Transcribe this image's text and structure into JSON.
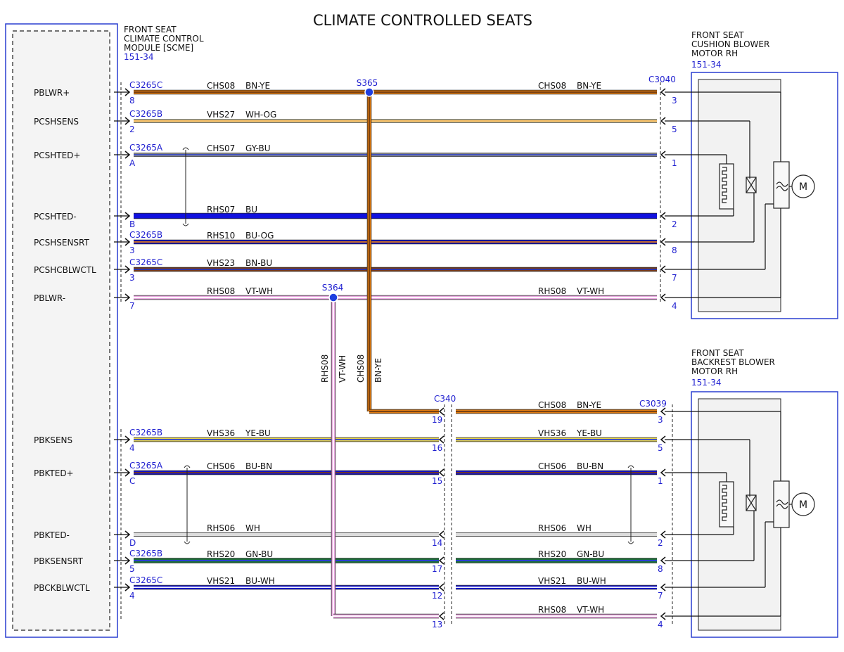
{
  "title": "CLIMATE CONTROLLED SEATS",
  "modules": {
    "scme": {
      "lines": [
        "FRONT SEAT",
        "CLIMATE CONTROL",
        "MODULE [SCME]"
      ],
      "ref": "151-34"
    },
    "cushion": {
      "lines": [
        "FRONT SEAT",
        "CUSHION BLOWER",
        "MOTOR RH"
      ],
      "ref": "151-34"
    },
    "backrest": {
      "lines": [
        "FRONT SEAT",
        "BACKREST BLOWER",
        "MOTOR RH"
      ],
      "ref": "151-34"
    }
  },
  "motor_symbol": "M",
  "wire_colors": {
    "BN-YE": [
      "#e07b10",
      "#6b3a12"
    ],
    "WH-OG": [
      "#f3e6b0",
      "#e8a040"
    ],
    "GY-BU": [
      "#8a8a8a",
      "#2a3fd0"
    ],
    "BU": [
      "#1111dd",
      "#1111dd"
    ],
    "BU-OG": [
      "#1111cc",
      "#e07b10"
    ],
    "BN-BU": [
      "#7a3a1a",
      "#2233bb"
    ],
    "VT-WH": [
      "#e9a6e0",
      "#ffffff"
    ],
    "YE-BU": [
      "#e5d34a",
      "#2a3fd0"
    ],
    "BU-BN": [
      "#1111cc",
      "#7a3a1a"
    ],
    "WH": [
      "#dcdcdc",
      "#dcdcdc"
    ],
    "GN-BU": [
      "#1e6e3a",
      "#2a3fd0"
    ],
    "BU-WH": [
      "#1111cc",
      "#ffffff"
    ]
  },
  "cushion_circuits": [
    {
      "signal": "PBLWR+",
      "connector": "C3265C",
      "pin": "8",
      "circuit": "CHS08",
      "color": "BN-YE",
      "right_circuit": "CHS08",
      "right_color": "BN-YE",
      "end_pin": "3"
    },
    {
      "signal": "PCSHSENS",
      "connector": "C3265B",
      "pin": "2",
      "circuit": "VHS27",
      "color": "WH-OG",
      "end_pin": "5"
    },
    {
      "signal": "PCSHTED+",
      "connector": "C3265A",
      "pin": "A",
      "circuit": "CHS07",
      "color": "GY-BU",
      "end_pin": "1"
    },
    {
      "signal": "PCSHTED-",
      "connector": "",
      "pin": "B",
      "circuit": "RHS07",
      "color": "BU",
      "end_pin": "2"
    },
    {
      "signal": "PCSHSENSRT",
      "connector": "C3265B",
      "pin": "3",
      "circuit": "RHS10",
      "color": "BU-OG",
      "end_pin": "8"
    },
    {
      "signal": "PCSHCBLWCTL",
      "connector": "C3265C",
      "pin": "3",
      "circuit": "VHS23",
      "color": "BN-BU",
      "end_pin": "7"
    },
    {
      "signal": "PBLWR-",
      "connector": "",
      "pin": "7",
      "circuit": "RHS08",
      "color": "VT-WH",
      "right_circuit": "RHS08",
      "right_color": "VT-WH",
      "end_pin": "4"
    }
  ],
  "backrest_circuits": [
    {
      "signal": "",
      "connector": "",
      "pin": "",
      "circuit": "",
      "color": "BN-YE",
      "mid_pin": "19",
      "right_circuit": "CHS08",
      "right_color": "BN-YE",
      "end_pin": "3"
    },
    {
      "signal": "PBKSENS",
      "connector": "C3265B",
      "pin": "4",
      "circuit": "VHS36",
      "color": "YE-BU",
      "mid_pin": "16",
      "right_circuit": "VHS36",
      "right_color": "YE-BU",
      "end_pin": "5"
    },
    {
      "signal": "PBKTED+",
      "connector": "C3265A",
      "pin": "C",
      "circuit": "CHS06",
      "color": "BU-BN",
      "mid_pin": "15",
      "right_circuit": "CHS06",
      "right_color": "BU-BN",
      "end_pin": "1"
    },
    {
      "signal": "PBKTED-",
      "connector": "",
      "pin": "D",
      "circuit": "RHS06",
      "color": "WH",
      "mid_pin": "14",
      "right_circuit": "RHS06",
      "right_color": "WH",
      "end_pin": "2"
    },
    {
      "signal": "PBKSENSRT",
      "connector": "C3265B",
      "pin": "5",
      "circuit": "RHS20",
      "color": "GN-BU",
      "mid_pin": "17",
      "right_circuit": "RHS20",
      "right_color": "GN-BU",
      "end_pin": "8"
    },
    {
      "signal": "PBCKBLWCTL",
      "connector": "C3265C",
      "pin": "4",
      "circuit": "VHS21",
      "color": "BU-WH",
      "mid_pin": "12",
      "right_circuit": "VHS21",
      "right_color": "BU-WH",
      "end_pin": "7"
    },
    {
      "signal": "",
      "connector": "",
      "pin": "",
      "circuit": "",
      "color": "VT-WH",
      "mid_pin": "13",
      "right_circuit": "RHS08",
      "right_color": "VT-WH",
      "end_pin": "4"
    }
  ],
  "splices": {
    "s365": "S365",
    "s364": "S364",
    "c3040": "C3040",
    "c340": "C340",
    "c3039": "C3039"
  },
  "vertical_labels": [
    "RHS08",
    "VT-WH",
    "CHS08",
    "BN-YE"
  ]
}
